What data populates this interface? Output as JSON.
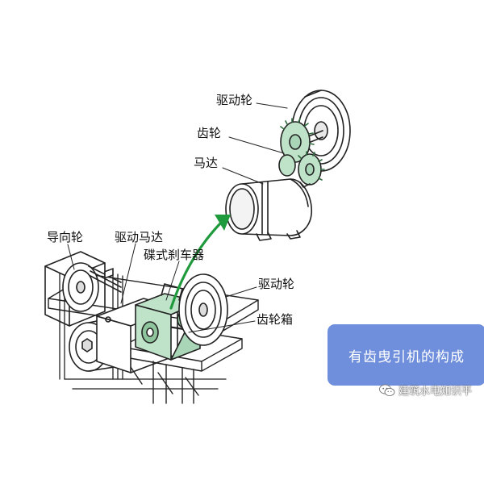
{
  "labels": {
    "drive_wheel_top": "驱动轮",
    "gear": "齿轮",
    "motor": "马达",
    "guide_wheel": "导向轮",
    "drive_motor": "驱动马达",
    "disc_brake": "碟式刹车器",
    "drive_wheel_bottom": "驱动轮",
    "gearbox": "齿轮箱"
  },
  "caption": "有齿曳引机的构成",
  "watermark": "建筑水电知识平",
  "colors": {
    "gear_green": "#bfe3c9",
    "arrow_green": "#1f9a3c",
    "caption_bg": "#6f8fdc"
  },
  "icons": [
    "wechat-icon"
  ]
}
